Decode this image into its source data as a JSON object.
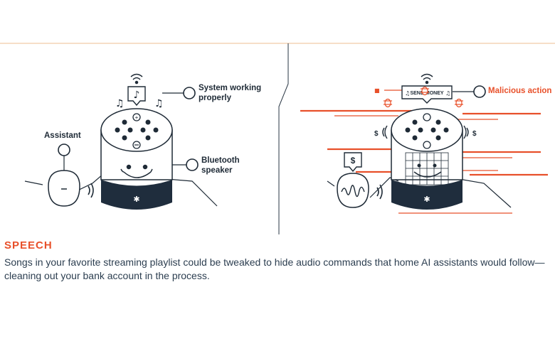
{
  "labels": {
    "system_working": "System working\nproperly",
    "assistant": "Assistant",
    "bluetooth_speaker": "Bluetooth\nspeaker",
    "malicious_action": "Malicious action",
    "send_money": "SEND MONEY",
    "dollar": "$"
  },
  "caption": {
    "title": "SPEECH",
    "body": "Songs in your favorite streaming playlist could be tweaked to hide audio commands that home AI assistants would follow—cleaning out your bank account in the process."
  },
  "icons": [
    "wifi-icon",
    "music-note-icon",
    "bluetooth-icon",
    "smiley-face-icon",
    "sound-wave-icon",
    "bug-icon",
    "dollar-icon"
  ],
  "colors": {
    "accent": "#e8502a",
    "ink": "#1e2a36",
    "speaker_base": "#1f2d3d",
    "frame_line": "#f0c9a8"
  }
}
